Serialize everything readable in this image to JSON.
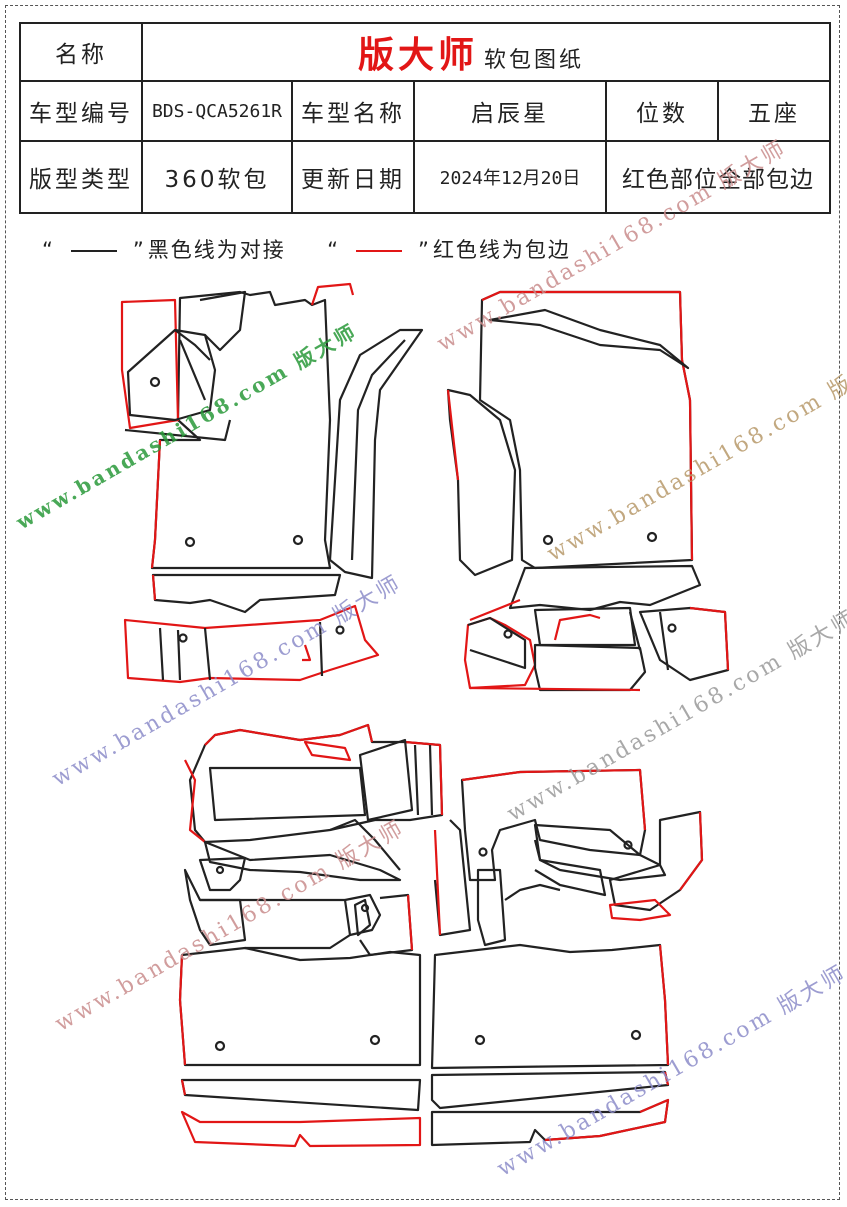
{
  "header": {
    "name_label": "名称",
    "brand": "版大师",
    "brand_suffix": "软包图纸",
    "model_code_label": "车型编号",
    "model_code": "BDS-QCA5261R",
    "model_name_label": "车型名称",
    "model_name": "启辰星",
    "seats_label": "位数",
    "seats": "五座",
    "type_label": "版型类型",
    "type": "360软包",
    "date_label": "更新日期",
    "date": "2024年12月20日",
    "note": "红色部位全部包边"
  },
  "legend": {
    "open_quote": "“",
    "close_quote": "”",
    "black_text": "黑色线为对接",
    "red_text": "红色线为包边"
  },
  "colors": {
    "edge_binding": "#e21616",
    "seam": "#222222"
  },
  "watermarks": [
    {
      "text": "www.bandashi168.com 版大师",
      "color": "#2a9a3a"
    },
    {
      "text": "www.bandashi168.com 版大师",
      "color": "#c98c8c"
    },
    {
      "text": "www.bandashi168.com 版大师",
      "color": "#8c8cc9"
    },
    {
      "text": "www.bandashi168.com 版大师",
      "color": "#b89a6a"
    },
    {
      "text": "www.bandashi168.com 版大师",
      "color": "#9a9a9a"
    },
    {
      "text": "www.bandashi168.com 版大师",
      "color": "#c98c8c"
    },
    {
      "text": "www.bandashi168.com 版大师",
      "color": "#8c8cc9"
    }
  ]
}
